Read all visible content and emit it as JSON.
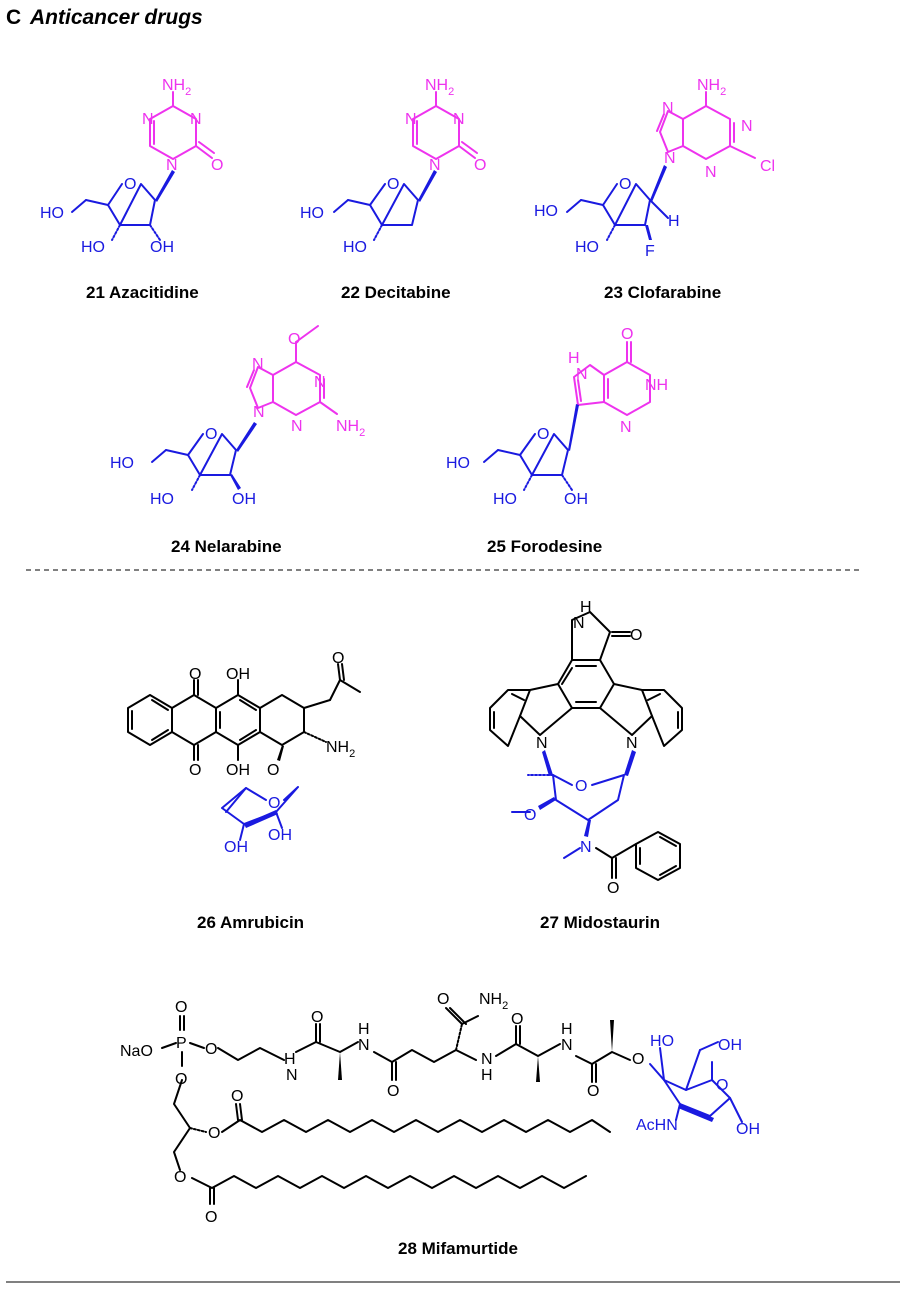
{
  "title": {
    "letter": "C",
    "text": "Anticancer drugs"
  },
  "compounds": [
    {
      "label": "21 Azacitidine"
    },
    {
      "label": "22 Decitabine"
    },
    {
      "label": "23 Clofarabine"
    },
    {
      "label": "24 Nelarabine"
    },
    {
      "label": "25 Forodesine"
    },
    {
      "label": "26 Amrubicin"
    },
    {
      "label": "27 Midostaurin"
    },
    {
      "label": "28 Mifamurtide"
    }
  ],
  "atoms": {
    "nh2": "NH",
    "two": "2",
    "n": "N",
    "o": "O",
    "ho": "HO",
    "oh": "OH",
    "h": "H",
    "f": "F",
    "cl": "Cl",
    "nh": "NH",
    "hn": "H",
    "naO": "NaO",
    "p": "P",
    "achn": "AcHN"
  },
  "colors": {
    "sugar": "#1a1ae0",
    "base": "#ee33ee",
    "core": "#000000"
  }
}
